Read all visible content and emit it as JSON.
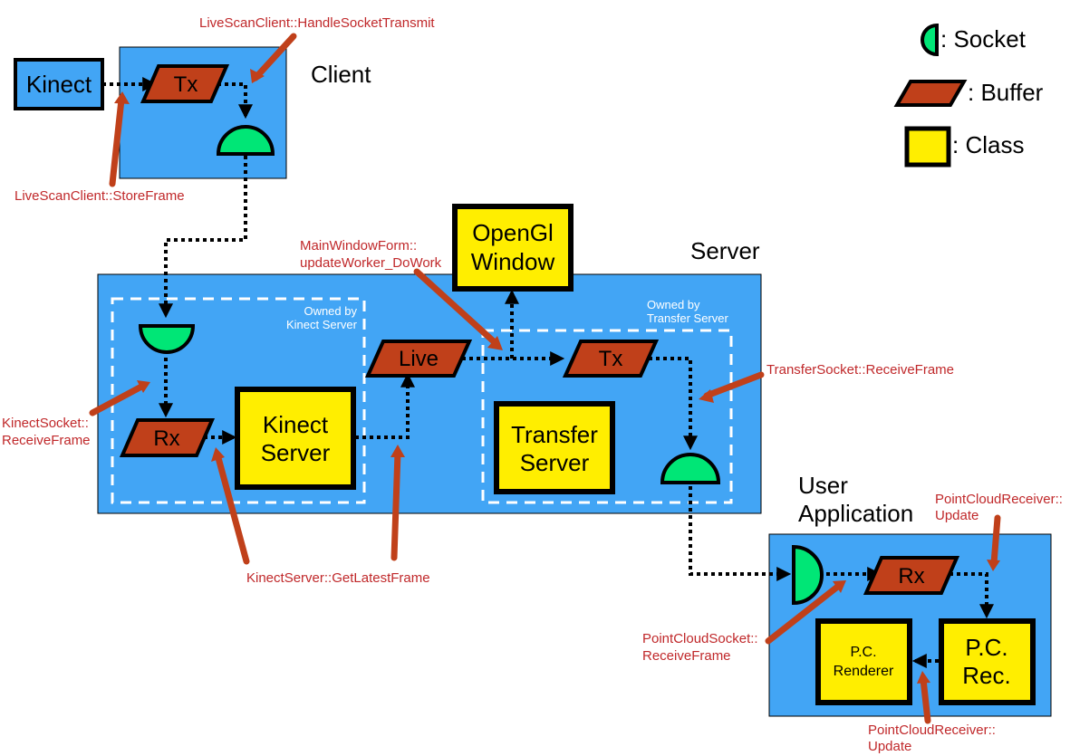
{
  "colors": {
    "container_fill": "#42a5f5",
    "class_fill": "#ffee00",
    "buffer_fill": "#c0401a",
    "socket_fill": "#00e676",
    "annotation_text": "#c0282a"
  },
  "legend": {
    "socket": ": Socket",
    "buffer": ": Buffer",
    "class": ": Class"
  },
  "regions": {
    "client": "Client",
    "server": "Server",
    "user_app_line1": "User",
    "user_app_line2": "Application",
    "owned_kinect_line1": "Owned by",
    "owned_kinect_line2": "Kinect Server",
    "owned_transfer_line1": "Owned by",
    "owned_transfer_line2": "Transfer Server"
  },
  "nodes": {
    "kinect": "Kinect",
    "client_tx": "Tx",
    "opengl_line1": "OpenGl",
    "opengl_line2": "Window",
    "server_rx": "Rx",
    "kinect_server_line1": "Kinect",
    "kinect_server_line2": "Server",
    "live": "Live",
    "server_tx": "Tx",
    "transfer_server_line1": "Transfer",
    "transfer_server_line2": "Server",
    "app_rx": "Rx",
    "pc_renderer_line1": "P.C.",
    "pc_renderer_line2": "Renderer",
    "pc_rec_line1": "P.C.",
    "pc_rec_line2": "Rec."
  },
  "annotations": {
    "handle_socket_transmit": "LiveScanClient::HandleSocketTransmit",
    "store_frame": "LiveScanClient::StoreFrame",
    "main_window_line1": "MainWindowForm::",
    "main_window_line2": "updateWorker_DoWork",
    "kinect_socket_line1": "KinectSocket::",
    "kinect_socket_line2": "ReceiveFrame",
    "get_latest_frame": "KinectServer::GetLatestFrame",
    "transfer_socket": "TransferSocket::ReceiveFrame",
    "pc_receiver_update_top_line1": "PointCloudReceiver::",
    "pc_receiver_update_top_line2": "Update",
    "pc_socket_line1": "PointCloudSocket::",
    "pc_socket_line2": "ReceiveFrame",
    "pc_receiver_update_bottom_line1": "PointCloudReceiver::",
    "pc_receiver_update_bottom_line2": "Update"
  }
}
